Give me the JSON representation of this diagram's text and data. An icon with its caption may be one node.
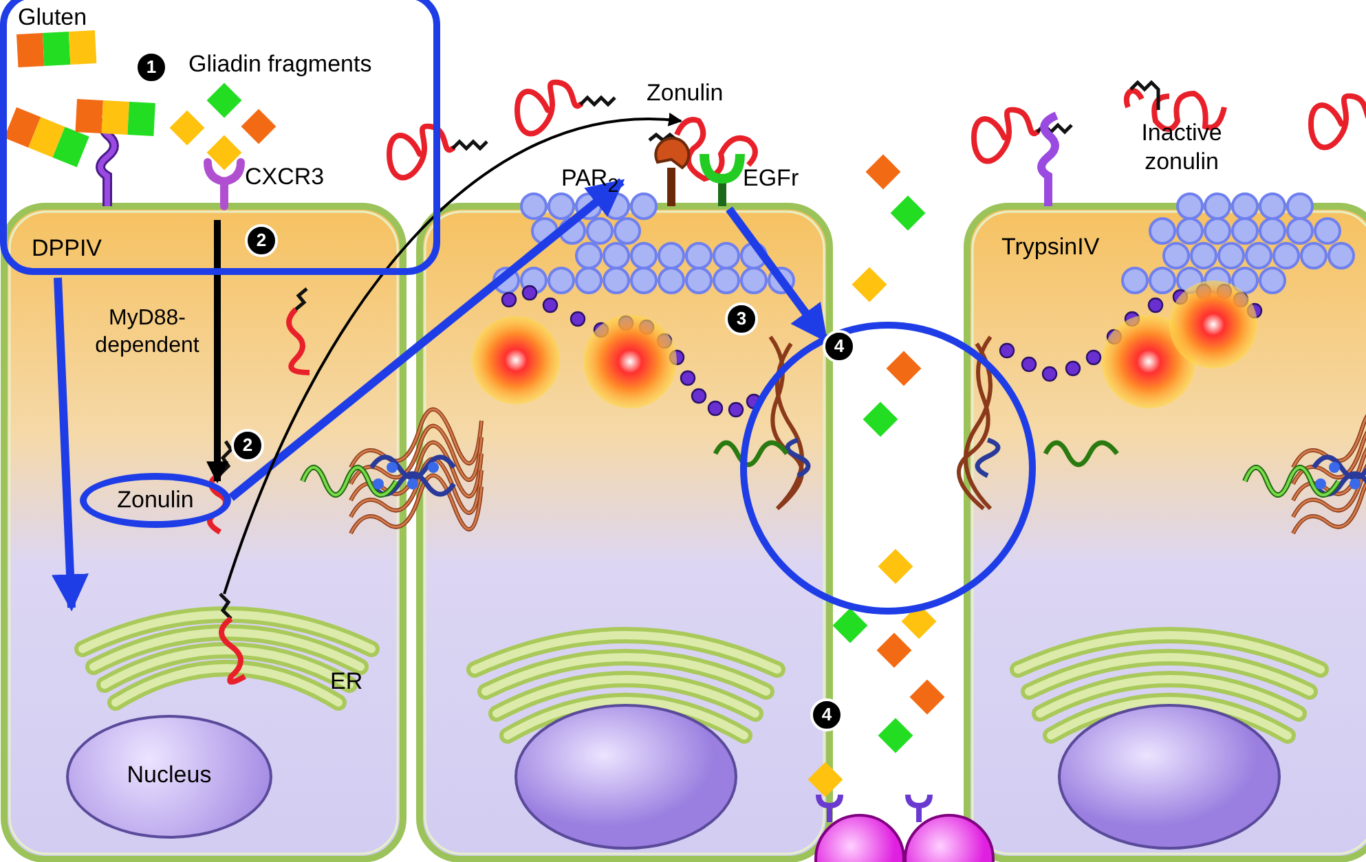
{
  "diagram": {
    "nodes": [
      {
        "text": [
          "Gluten",
          "Gliadin fragments"
        ]
      },
      {
        "text": [
          "CXCR3"
        ],
        "in": 0
      },
      {
        "text": [
          "DPPIV"
        ],
        "in": 0
      },
      {
        "text": [
          "Zonulin"
        ]
      },
      {
        "text": [
          "ER"
        ]
      },
      {
        "text": [
          "Nucleus"
        ]
      },
      {
        "text": [
          "Zonulin"
        ]
      },
      {
        "text": [
          "PAR$_{2}$"
        ]
      },
      {
        "text": [
          "EGFr"
        ]
      },
      {
        "text": [],
        "shape": "circle"
      },
      {
        "text": [
          "TrypsinIV"
        ]
      },
      {
        "text": [
          "Inactive zonulin"
        ]
      }
    ],
    "edges": [
      {
        "from": 0,
        "to": 4,
        "arrow": "to"
      },
      {
        "from": 1,
        "to": 3,
        "arrow": "to",
        "label": "MyD88-dependent",
        "color": "#000000"
      },
      {
        "from": 3,
        "to": 7,
        "arrow": "to"
      },
      {
        "from": 8,
        "to": 9,
        "arrow": "to"
      },
      {
        "from": 4,
        "to": 6,
        "arrow": "to",
        "color": "#000000"
      }
    ],
    "labels": [
      "1",
      "2",
      "2",
      "3",
      "4",
      "4"
    ]
  }
}
